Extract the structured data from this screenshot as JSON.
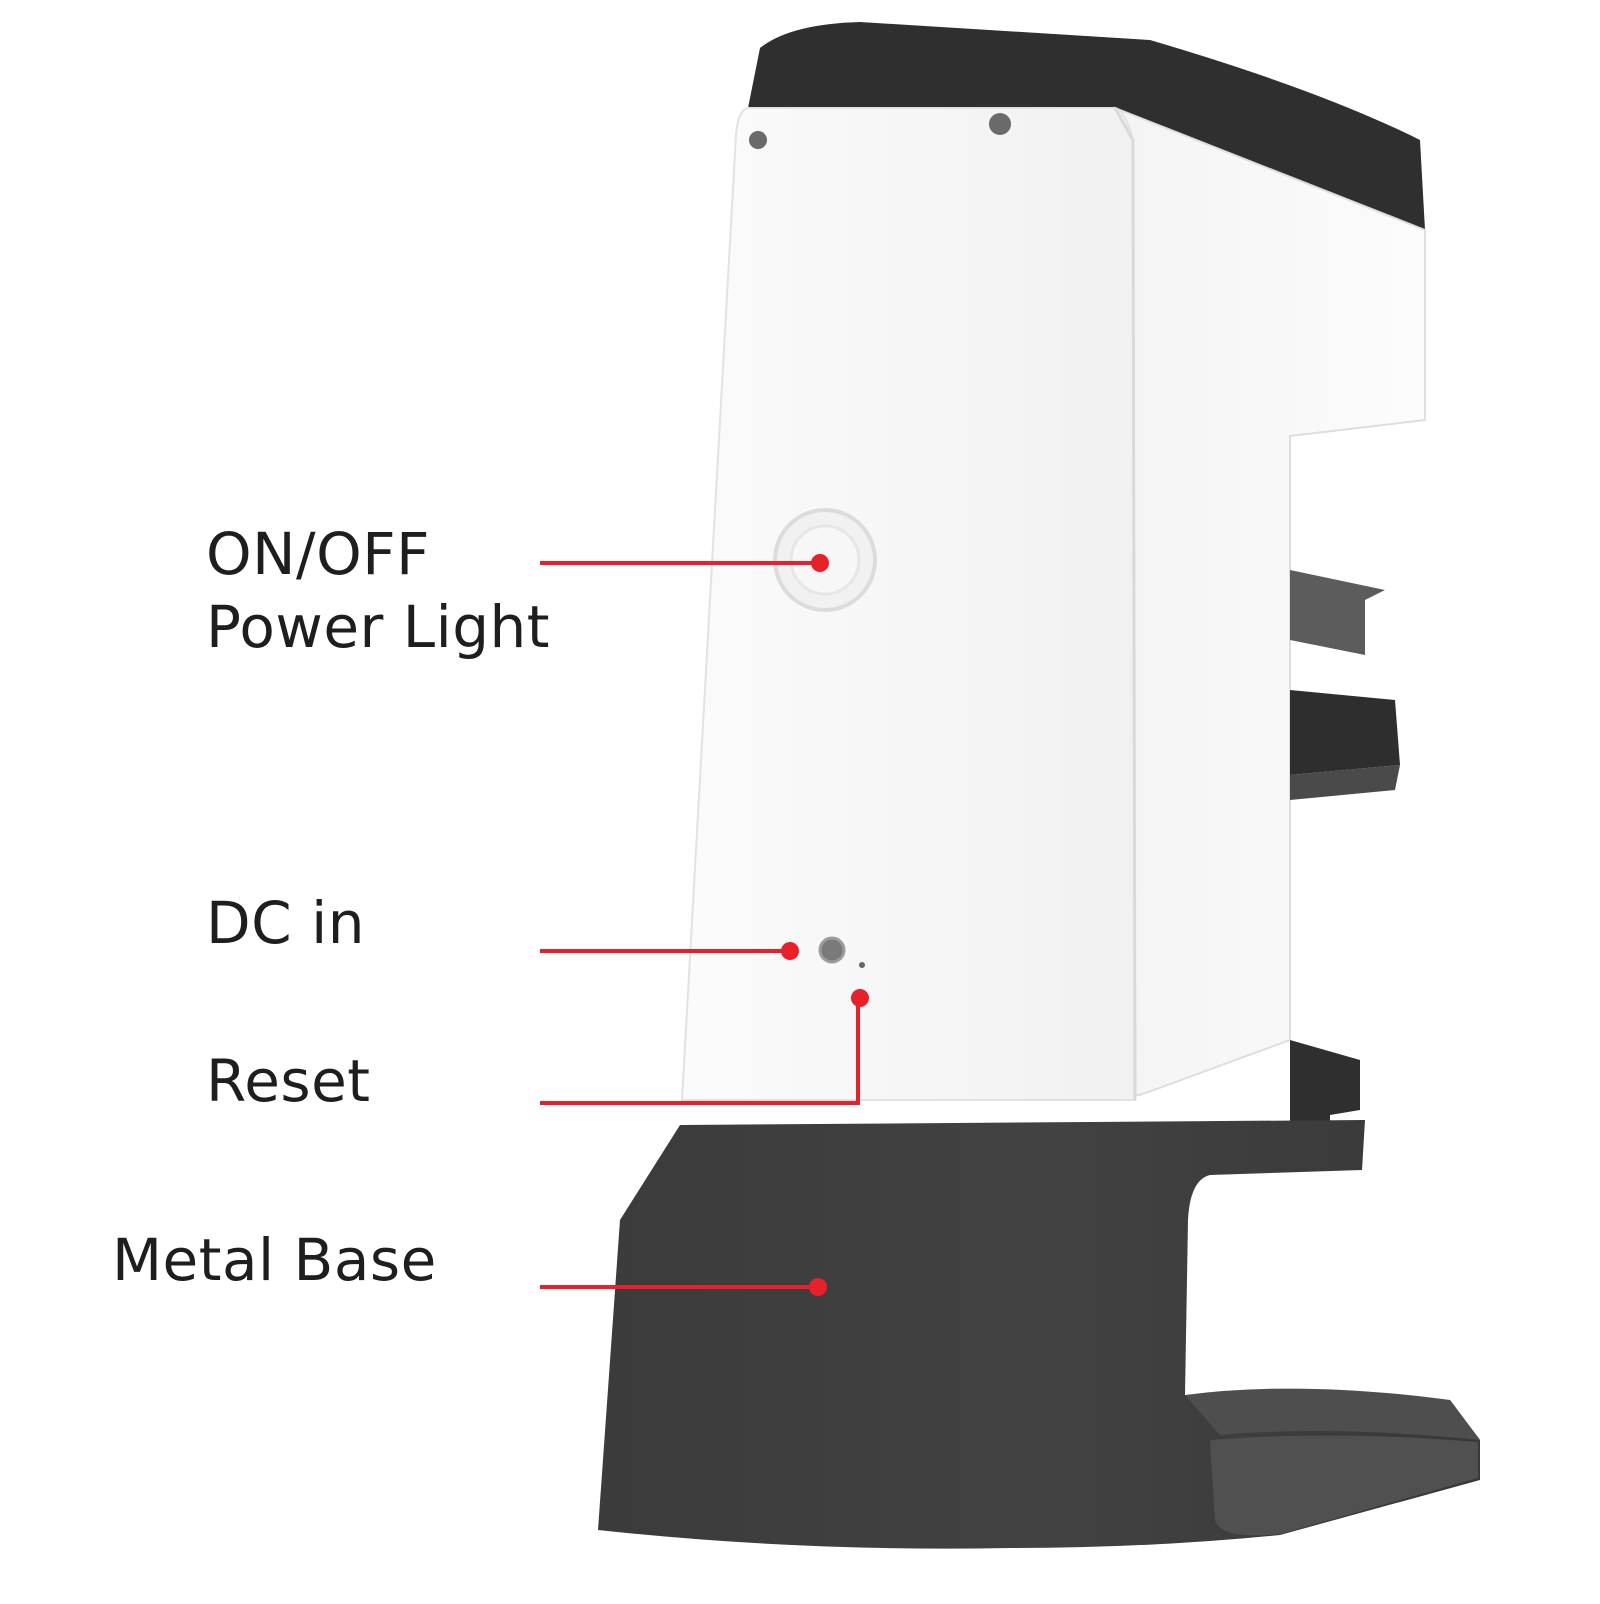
{
  "callouts": {
    "power": {
      "line1": "ON/OFF",
      "line2": "Power Light"
    },
    "dc_in": {
      "label": "DC in"
    },
    "reset": {
      "label": "Reset"
    },
    "base": {
      "label": "Metal Base"
    }
  },
  "colors": {
    "callout_red": "#e8202a",
    "body_white": "#f6f6f6",
    "body_dark": "#3a3a3a",
    "text": "#1e1e1e"
  }
}
